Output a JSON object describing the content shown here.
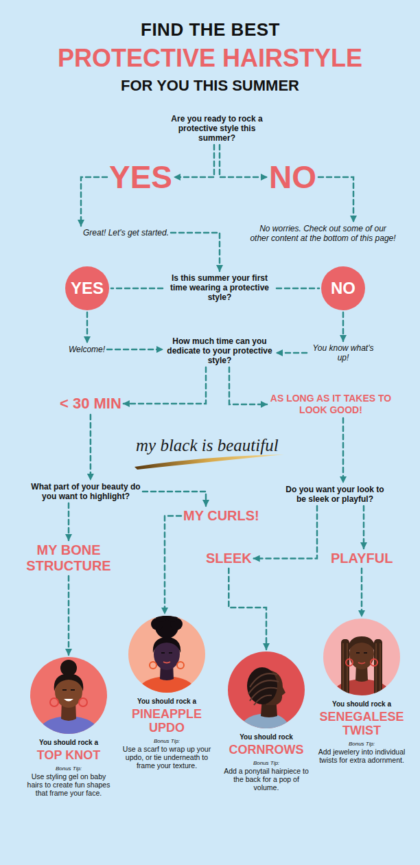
{
  "diagram": {
    "title": "FIND THE BEST",
    "nodes": [
      {
        "text": [
          "Are you ready to rock a protective style this summer?"
        ]
      },
      {
        "text": [
          "YES"
        ]
      },
      {
        "text": [
          "NO"
        ]
      },
      {
        "text": [
          "Great! Let's get started."
        ]
      },
      {
        "text": [
          "No worries. Check out some of our other content at the bottom of this page!"
        ]
      },
      {
        "text": [
          "Is this summer your first time wearing a protective style?"
        ]
      },
      {
        "text": [
          "YES"
        ]
      },
      {
        "text": [
          "NO"
        ]
      },
      {
        "text": [
          "Welcome!"
        ]
      },
      {
        "text": [
          "You know what's up!"
        ]
      },
      {
        "text": [
          "How much time can you dedicate to your protective style?"
        ]
      },
      {
        "text": [
          "< 30 MIN"
        ]
      },
      {
        "text": [
          "AS LONG AS IT TAKES TO LOOK GOOD!"
        ]
      },
      {
        "text": [
          "What part of your beauty do you want to highlight?"
        ]
      },
      {
        "text": [
          "Do you want your look to be sleek or playful?"
        ]
      },
      {
        "text": [
          "MY BONE STRUCTURE"
        ]
      },
      {
        "text": [
          "MY CURLS!"
        ]
      },
      {
        "text": [
          "SLEEK"
        ]
      },
      {
        "text": [
          "PLAYFUL"
        ]
      },
      {
        "text": [
          "You should rock a",
          "TOP KNOT",
          "Bonus Tip:",
          "Use styling gel on baby hairs to create fun shapes that frame your face."
        ]
      },
      {
        "text": [
          "You should rock a",
          "PINEAPPLE UPDO",
          "Bonus Tip:",
          "Use a scarf to wrap up your updo, or tie underneath to frame your texture."
        ]
      },
      {
        "text": [
          "You should rock",
          "CORNROWS",
          "Bonus Tip:",
          "Add a ponytail hairpiece to the back for a pop of volume."
        ]
      },
      {
        "text": [
          "You should rock a",
          "SENEGALESE TWIST",
          "Bonus Tip:",
          "Add jewelery into individual twists for extra adornment."
        ]
      }
    ],
    "edges": [
      {
        "from": 0,
        "to": 1,
        "arrow": "to"
      },
      {
        "from": 0,
        "to": 2,
        "arrow": "to"
      },
      {
        "from": 1,
        "to": 3,
        "arrow": "to"
      },
      {
        "from": 2,
        "to": 4,
        "arrow": "to"
      },
      {
        "from": 3,
        "to": 5,
        "arrow": "to"
      },
      {
        "from": 5,
        "to": 6,
        "arrow": "none"
      },
      {
        "from": 5,
        "to": 7,
        "arrow": "none"
      },
      {
        "from": 6,
        "to": 8,
        "arrow": "to"
      },
      {
        "from": 7,
        "to": 9,
        "arrow": "to"
      },
      {
        "from": 8,
        "to": 10,
        "arrow": "to"
      },
      {
        "from": 9,
        "to": 10,
        "arrow": "to"
      },
      {
        "from": 10,
        "to": 11,
        "arrow": "to"
      },
      {
        "from": 10,
        "to": 12,
        "arrow": "to"
      },
      {
        "from": 11,
        "to": 13,
        "arrow": "to"
      },
      {
        "from": 12,
        "to": 14,
        "arrow": "to"
      },
      {
        "from": 13,
        "to": 15,
        "arrow": "to"
      },
      {
        "from": 13,
        "to": 16,
        "arrow": "to"
      },
      {
        "from": 14,
        "to": 17,
        "arrow": "to"
      },
      {
        "from": 14,
        "to": 18,
        "arrow": "to"
      },
      {
        "from": 15,
        "to": 19,
        "arrow": "to"
      },
      {
        "from": 16,
        "to": 20,
        "arrow": "to"
      },
      {
        "from": 17,
        "to": 21,
        "arrow": "to"
      },
      {
        "from": 18,
        "to": 22,
        "arrow": "to"
      }
    ],
    "labels": [
      "PROTECTIVE HAIRSTYLE",
      "FOR YOU THIS SUMMER",
      "my black is beautiful"
    ]
  }
}
